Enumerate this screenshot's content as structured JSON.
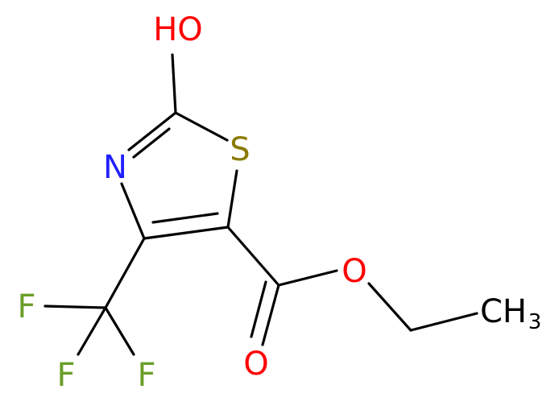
{
  "colors": {
    "bond": "#000000",
    "oxygen": "#ff0000",
    "nitrogen": "#2020ff",
    "sulfur": "#8b7a00",
    "fluorine": "#6b9e2a",
    "carbon": "#000000"
  },
  "atoms": {
    "hydroxyl": "HO",
    "sulfur": "S",
    "nitrogen": "N",
    "carbonyl_oxygen": "O",
    "ester_oxygen": "O",
    "fluorine_1": "F",
    "fluorine_2": "F",
    "fluorine_3": "F",
    "methyl": "CH",
    "methyl_subscript": "3"
  }
}
